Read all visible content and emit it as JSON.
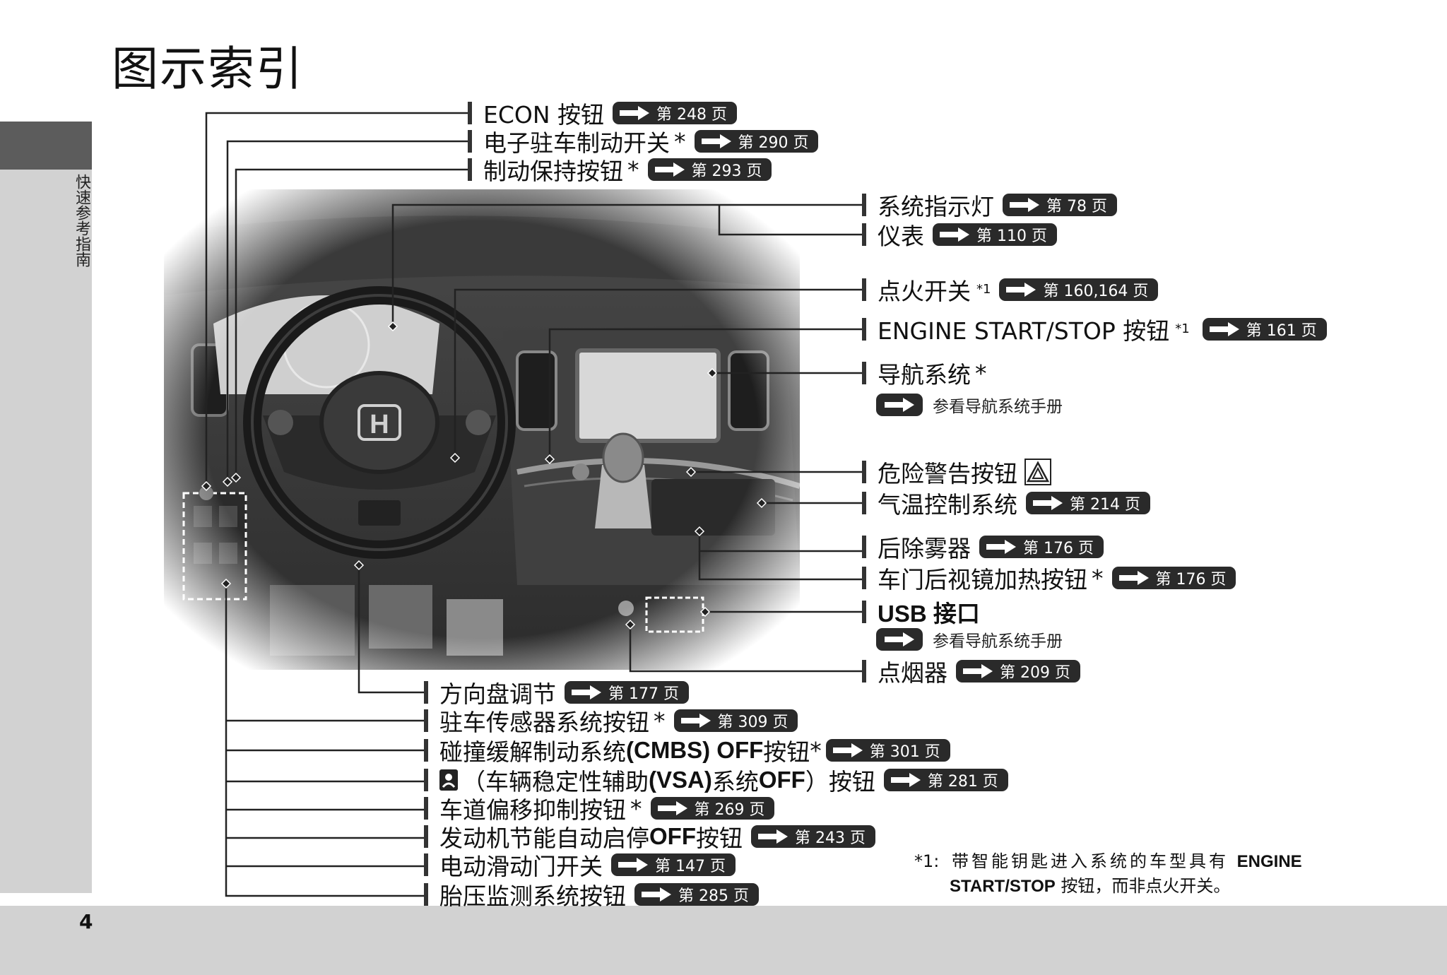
{
  "page": {
    "title": "图示索引",
    "side_tab_label": "快速参考指南",
    "page_number": "4"
  },
  "labels": {
    "econ": {
      "text": "ECON 按钮",
      "ref": "第 248 页"
    },
    "epb": {
      "text": "电子驻车制动开关",
      "star": "*",
      "ref": "第 290 页"
    },
    "brake_hold": {
      "text": "制动保持按钮",
      "star": "*",
      "ref": "第 293 页"
    },
    "indicators": {
      "text": "系统指示灯",
      "ref": "第 78 页"
    },
    "gauges": {
      "text": "仪表",
      "ref": "第 110 页"
    },
    "ignition": {
      "text": "点火开关",
      "sup": "*1",
      "ref": "第 160,164 页"
    },
    "engine_start": {
      "text": "ENGINE START/STOP 按钮",
      "sup": "*1",
      "ref": "第 161 页"
    },
    "navi": {
      "text": "导航系统",
      "star": "*",
      "subref": "参看导航系统手册"
    },
    "hazard": {
      "text": "危险警告按钮"
    },
    "climate": {
      "text": "气温控制系统",
      "ref": "第 214 页"
    },
    "rear_defrost": {
      "text": "后除雾器",
      "ref": "第 176 页"
    },
    "mirror_heat": {
      "text": "车门后视镜加热按钮",
      "star": "*",
      "ref": "第 176 页"
    },
    "usb": {
      "text": "USB 接口",
      "subref": "参看导航系统手册"
    },
    "lighter": {
      "text": "点烟器",
      "ref": "第 209 页"
    },
    "steering_adj": {
      "text": "方向盘调节",
      "ref": "第 177 页"
    },
    "parking_sensor": {
      "text": "驻车传感器系统按钮",
      "star": "*",
      "ref": "第 309 页"
    },
    "cmbs": {
      "text_a": "碰撞缓解制动系统 ",
      "text_b": "(CMBS) OFF",
      "text_c": " 按钮",
      "star": "*",
      "ref": "第 301 页"
    },
    "vsa": {
      "text_a": "（车辆稳定性辅助 ",
      "text_b": "(VSA)",
      "text_c": " 系统 ",
      "text_d": "OFF",
      "text_e": "）按钮",
      "ref": "第 281 页"
    },
    "ldw": {
      "text": "车道偏移抑制按钮",
      "star": "*",
      "ref": "第 269 页"
    },
    "idle_stop": {
      "text_a": "发动机节能自动启停 ",
      "text_b": "OFF",
      "text_c": " 按钮",
      "ref": "第 243 页"
    },
    "sliding_door": {
      "text": "电动滑动门开关",
      "ref": "第 147 页"
    },
    "tpms": {
      "text": "胎压监测系统按钮",
      "ref": "第 285 页"
    }
  },
  "footnote": {
    "marker": "*1:",
    "line1_a": "带智能钥匙进入系统的车型具有 ",
    "line1_b": "ENGINE",
    "line2_a": "START/STOP",
    "line2_b": " 按钮，而非点火开关。"
  },
  "photo": {
    "brand_logo": "H"
  }
}
